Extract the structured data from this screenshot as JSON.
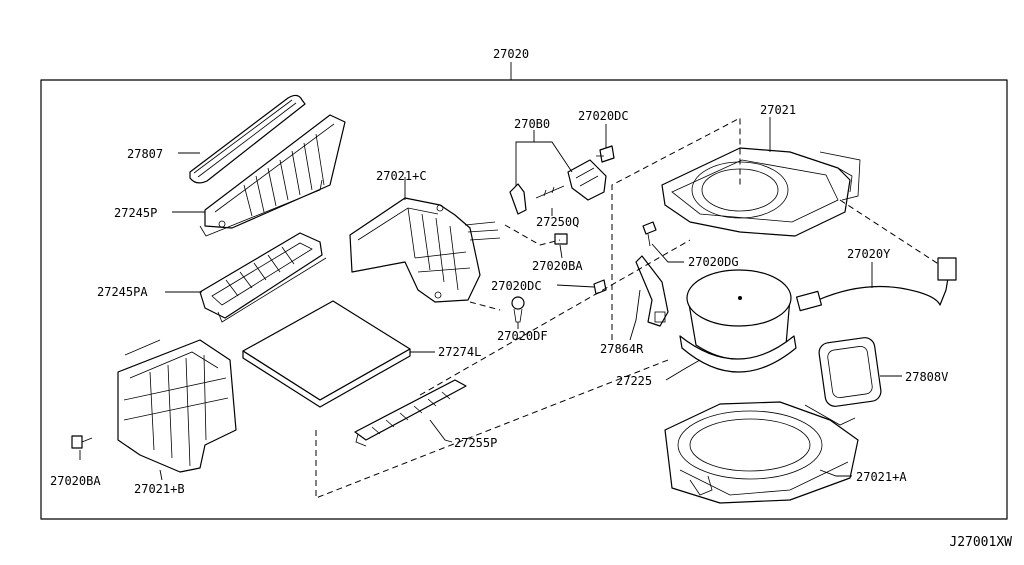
{
  "diagram": {
    "assembly_label": "27020",
    "drawing_code": "J27001XW",
    "parts": [
      {
        "id": "p27807",
        "label": "27807"
      },
      {
        "id": "p27245P",
        "label": "27245P"
      },
      {
        "id": "p27245PA",
        "label": "27245PA"
      },
      {
        "id": "p27021C",
        "label": "27021+C"
      },
      {
        "id": "p270B0",
        "label": "270B0"
      },
      {
        "id": "p27020DC_top",
        "label": "27020DC"
      },
      {
        "id": "p27250Q",
        "label": "27250Q"
      },
      {
        "id": "p27020BA_mid",
        "label": "27020BA"
      },
      {
        "id": "p27020DC_mid",
        "label": "27020DC"
      },
      {
        "id": "p27020DF",
        "label": "27020DF"
      },
      {
        "id": "p27274L",
        "label": "27274L"
      },
      {
        "id": "p27255P",
        "label": "27255P"
      },
      {
        "id": "p27021",
        "label": "27021"
      },
      {
        "id": "p27020DG",
        "label": "27020DG"
      },
      {
        "id": "p27020Y",
        "label": "27020Y"
      },
      {
        "id": "p27864R",
        "label": "27864R"
      },
      {
        "id": "p27225",
        "label": "27225"
      },
      {
        "id": "p27808V",
        "label": "27808V"
      },
      {
        "id": "p27020BA_low",
        "label": "27020BA"
      },
      {
        "id": "p27021B",
        "label": "27021+B"
      },
      {
        "id": "p27021A",
        "label": "27021+A"
      }
    ]
  }
}
